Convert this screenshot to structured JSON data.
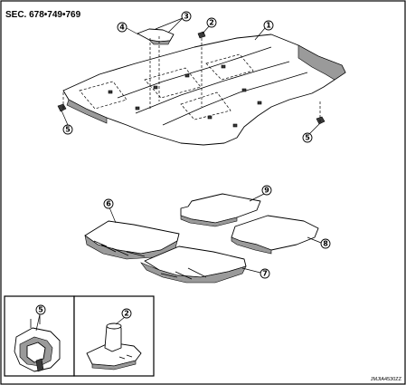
{
  "section_ref": "SEC. 678•749•769",
  "image_code": "JMJIA4530ZZ",
  "callouts": {
    "c1": "1",
    "c2": "2",
    "c3": "3",
    "c4": "4",
    "c5": "5",
    "c6": "6",
    "c7": "7",
    "c8": "8",
    "c9": "9"
  },
  "detail_callouts": {
    "left": "5",
    "right": "2"
  }
}
